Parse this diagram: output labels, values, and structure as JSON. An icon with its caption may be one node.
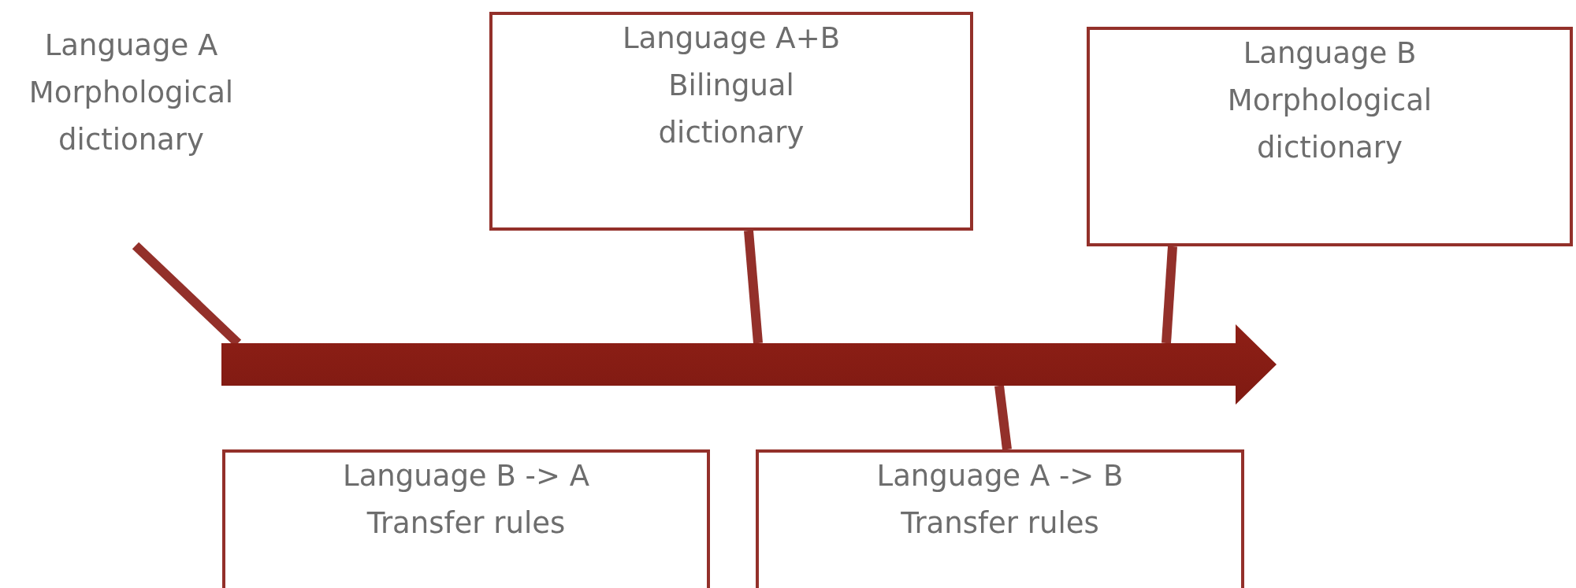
{
  "diagram": {
    "nodes": [
      {
        "text": [
          "Language A",
          "Morphological dictionary"
        ]
      },
      {
        "text": [
          "Language A+B",
          "Bilingual dictionary"
        ]
      },
      {
        "text": [
          "Language B",
          "Morphological dictionary"
        ]
      },
      {
        "text": [],
        "shape": "arrow"
      },
      {
        "text": [
          "Language B -> A",
          "Transfer rules"
        ]
      },
      {
        "text": [
          "Language A -> B",
          "Transfer rules"
        ]
      }
    ],
    "edges": [
      {
        "from": 0,
        "to": 3,
        "arrow": "none"
      },
      {
        "from": 1,
        "to": 3,
        "arrow": "none"
      },
      {
        "from": 2,
        "to": 3,
        "arrow": "none"
      },
      {
        "from": 5,
        "to": 3,
        "arrow": "none"
      }
    ]
  }
}
